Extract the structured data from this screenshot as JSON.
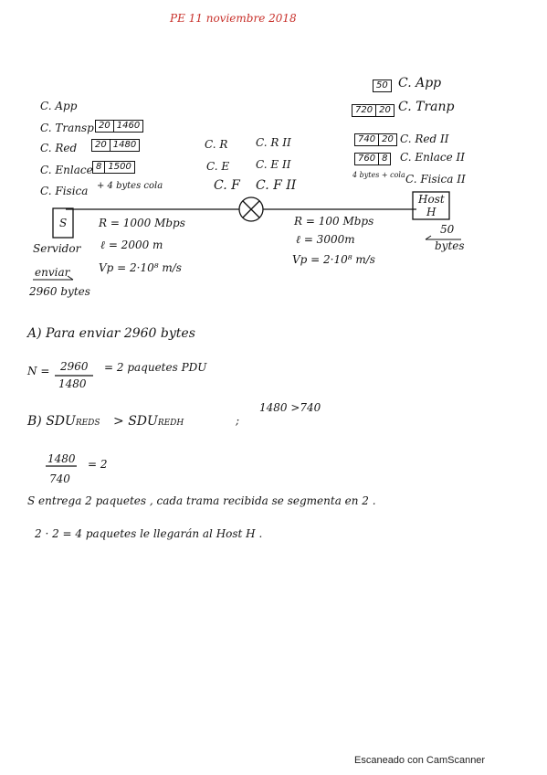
{
  "header": {
    "title": "PE 11 noviembre 2018",
    "accent_color": "#c8312b"
  },
  "left_stack": {
    "app": "C. App",
    "transp": "C. Transp",
    "transp_box": [
      "20",
      "1460"
    ],
    "red": "C. Red",
    "red_box": [
      "20",
      "1480"
    ],
    "enlace": "C. Enlace",
    "enlace_box": [
      "8",
      "1500"
    ],
    "fisica": "C. Fisica",
    "fisica_note": "+ 4 bytes cola"
  },
  "router_stack": {
    "r": "C. R",
    "e": "C. E",
    "f": "C. F",
    "r2": "C. R II",
    "e2": "C. E II",
    "f2": "C. F II"
  },
  "right_stack": {
    "app_box": [
      "50"
    ],
    "app": "C. App",
    "transp_box": [
      "720",
      "20"
    ],
    "transp": "C. Tranp",
    "red_box": [
      "740",
      "20"
    ],
    "red": "C. Red II",
    "enlace_box": [
      "760",
      "8"
    ],
    "enlace": "C. Enlace II",
    "cola_note": "4 bytes + cola",
    "fisica": "C. Fisica II"
  },
  "server": {
    "letter": "S",
    "label": "Servidor",
    "send": "enviar",
    "bytes": "2960 bytes"
  },
  "host": {
    "label": "Host",
    "letter": "H",
    "recv_num": "50",
    "recv_unit": "bytes"
  },
  "link_left": {
    "rate": "R = 1000 Mbps",
    "length": "ℓ = 2000 m",
    "vp": "Vp = 2·10⁸ m/s"
  },
  "link_right": {
    "rate": "R = 100 Mbps",
    "length": "ℓ = 3000m",
    "vp": "Vp = 2·10⁸ m/s"
  },
  "part_a": {
    "heading": "A)  Para enviar  2960  bytes",
    "lhs": "N =",
    "num": "2960",
    "den": "1480",
    "result": "=  2   paquetes  PDU"
  },
  "part_b": {
    "heading": "B)  SDU",
    "sub1": "REDS",
    "gt": ">  SDU",
    "sub2": "REDH",
    "semi": ";",
    "cmp": "1480 >740",
    "num": "1480",
    "den": "740",
    "result": "=  2",
    "line1": "S  entrega  2  paquetes , cada  trama  recibida  se  segmenta  en  2 .",
    "line2": "2 · 2  =  4     paquetes  le  llegarán  al  Host  H ."
  },
  "footer": {
    "scanner": "Escaneado con CamScanner"
  }
}
